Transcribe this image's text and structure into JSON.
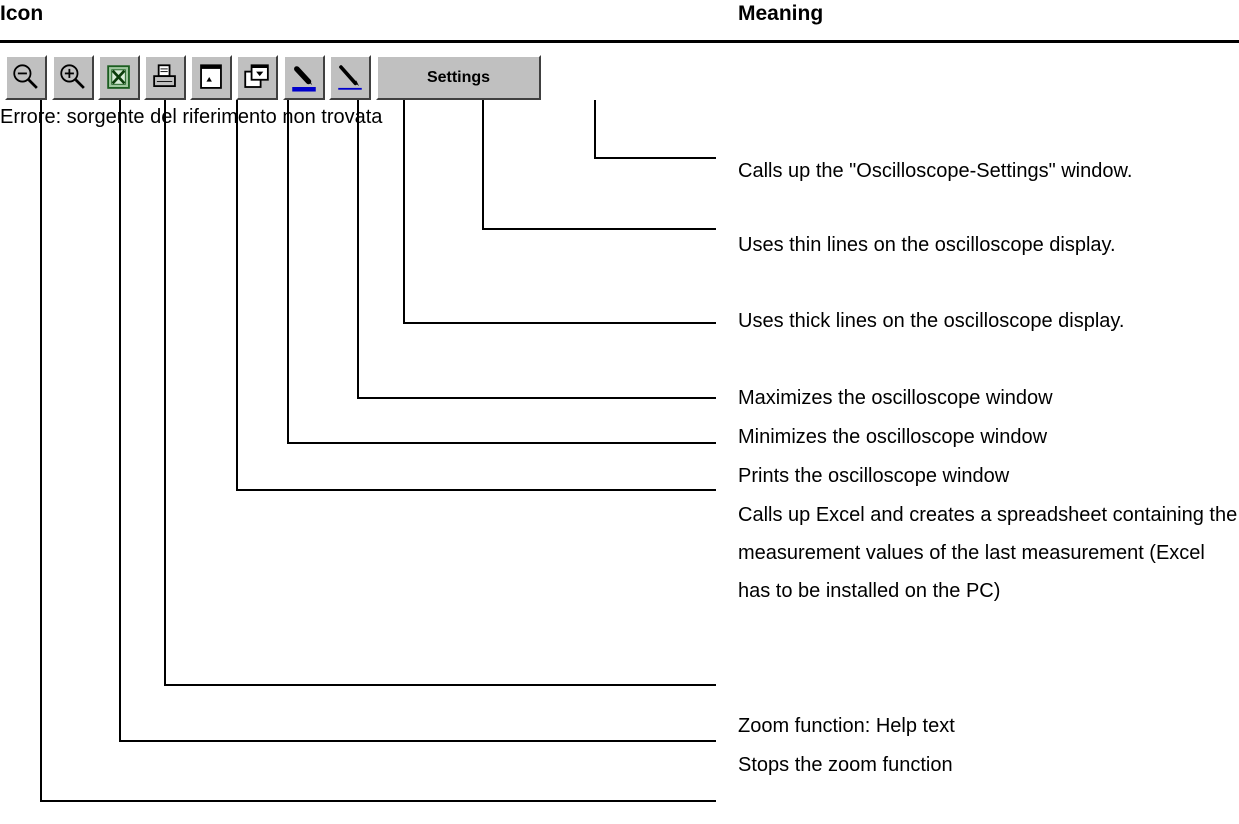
{
  "header": {
    "icon_label": "Icon",
    "meaning_label": "Meaning"
  },
  "toolbar": {
    "buttons": [
      {
        "icon": "zoom-out-icon"
      },
      {
        "icon": "zoom-in-icon"
      },
      {
        "icon": "excel-icon"
      },
      {
        "icon": "printer-icon"
      },
      {
        "icon": "minimize-window-icon"
      },
      {
        "icon": "maximize-window-icon"
      },
      {
        "icon": "thick-line-pen-icon"
      },
      {
        "icon": "thin-line-pen-icon"
      }
    ],
    "settings_label": "Settings"
  },
  "reference_error": "Errore: sorgente del riferimento non trovata",
  "descriptions": {
    "settings": "Calls up the \"Oscilloscope-Settings\" window.",
    "thin_lines": "Uses thin lines on the oscilloscope display.",
    "thick_lines": "Uses thick lines on the oscilloscope display.",
    "maximize": "Maximizes the oscilloscope window",
    "minimize": "Minimizes the oscilloscope window",
    "print": "Prints the oscilloscope window",
    "excel": "Calls up Excel and creates a spreadsheet containing the measurement values of the last measurement (Excel has to be installed on the PC)",
    "zoom": "Zoom function: Help text",
    "stop_zoom": "Stops the zoom function"
  }
}
